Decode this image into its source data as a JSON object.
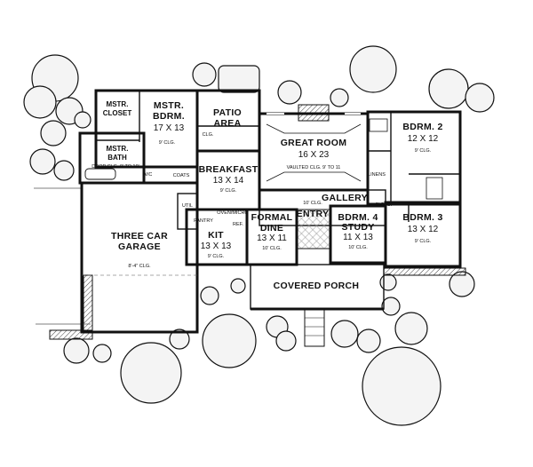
{
  "rooms": {
    "mstr_closet": {
      "line1": "MSTR.",
      "line2": "CLOSET"
    },
    "mstr_bdrm": {
      "name": "MSTR.",
      "name2": "BDRM.",
      "dim": "17 X 13",
      "clg": "9' CLG."
    },
    "patio": {
      "name": "PATIO",
      "name2": "AREA"
    },
    "great_room": {
      "name": "GREAT ROOM",
      "dim": "16 X 23",
      "clg": "VAULTED CLG. 9' TO 11"
    },
    "bdrm2": {
      "name": "BDRM. 2",
      "dim": "12 X 12",
      "clg": "9' CLG."
    },
    "mstr_bath": {
      "name": "MSTR.",
      "name2": "BATH",
      "clg": "DROP CLG. 9' TO 10'"
    },
    "breakfast": {
      "name": "BREAKFAST",
      "dim": "13 X 14",
      "clg": "9' CLG."
    },
    "gallery": {
      "name": "GALLERY",
      "clg": "10' CLG."
    },
    "entry": {
      "name": "ENTRY"
    },
    "garage": {
      "name": "THREE CAR",
      "name2": "GARAGE",
      "clg": "8'-4\" CLG."
    },
    "formal_dine": {
      "name": "FORMAL",
      "name2": "DINE",
      "dim": "13 X 11",
      "clg": "10' CLG."
    },
    "bdrm4": {
      "name": "BDRM. 4",
      "name2": "STUDY",
      "dim": "11 X 13",
      "clg": "10' CLG."
    },
    "bdrm3": {
      "name": "BDRM. 3",
      "dim": "13 X 12",
      "clg": "9' CLG."
    },
    "kit": {
      "name": "KIT",
      "dim": "13 X 13",
      "clg": "9' CLG."
    },
    "porch": {
      "name": "COVERED PORCH"
    }
  },
  "labels": {
    "wic": "W/C",
    "coats": "COATS",
    "clg_small": "CLG.",
    "util": "UTIL",
    "pantry": "PANTRY",
    "oven": "OVEN/MICRO",
    "ref": "REF.",
    "linens": "LINENS",
    "clg_hall": "9' CLG."
  }
}
